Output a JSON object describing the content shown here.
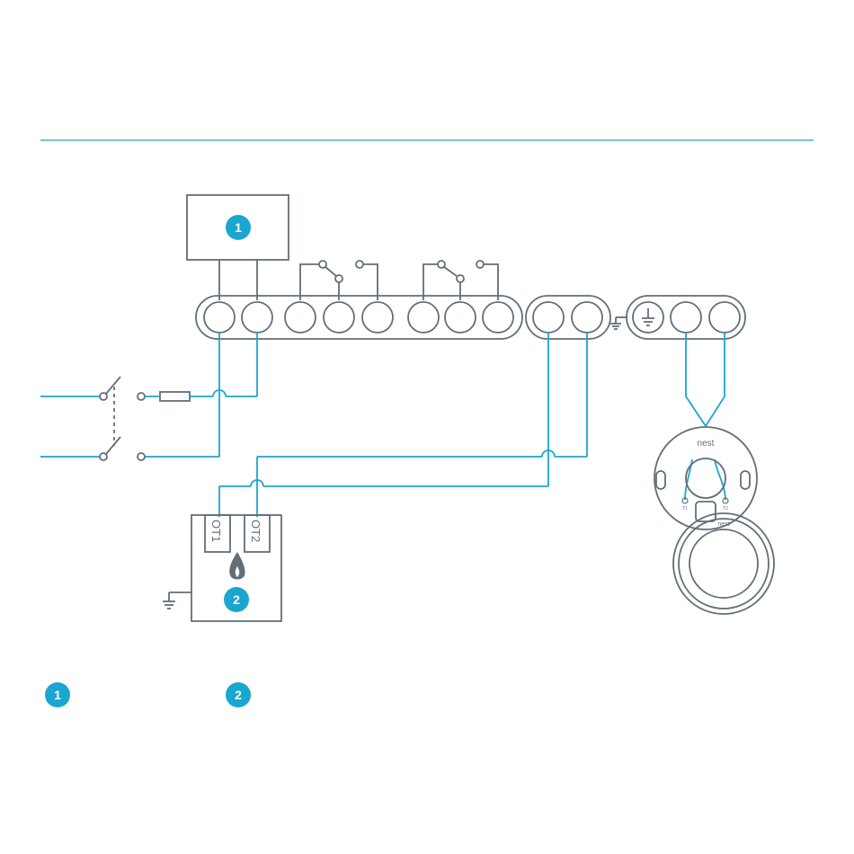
{
  "badges": {
    "one": "1",
    "two": "2"
  },
  "boiler": {
    "ot1_label": "OT1",
    "ot2_label": "OT2"
  },
  "thermostat": {
    "base_brand": "nest",
    "display_brand": "nest",
    "terminal_left": "T1",
    "terminal_right": "T2"
  },
  "colors": {
    "wire": "#1ba6d0",
    "line": "#646e78",
    "divider": "#2aa8a0"
  }
}
